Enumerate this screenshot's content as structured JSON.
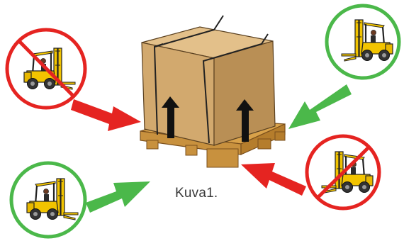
{
  "caption": "Kuva1.",
  "colors": {
    "allowed": "#4bb84a",
    "forbidden": "#e52421",
    "cardboard": "#d2a96e",
    "pallet": "#c8913e",
    "forklift": "#f2c400",
    "strap": "#222222",
    "arrow_up": "#111111"
  },
  "approaches": [
    {
      "id": "top-left",
      "status": "forbidden",
      "icon": "forklift-prohibited-icon"
    },
    {
      "id": "top-right",
      "status": "allowed",
      "icon": "forklift-allowed-icon"
    },
    {
      "id": "bottom-right",
      "status": "forbidden",
      "icon": "forklift-prohibited-icon"
    },
    {
      "id": "bottom-left",
      "status": "allowed",
      "icon": "forklift-allowed-icon"
    }
  ],
  "package": {
    "icons": [
      "this-way-up-arrow-icon",
      "this-way-up-arrow-icon"
    ]
  }
}
